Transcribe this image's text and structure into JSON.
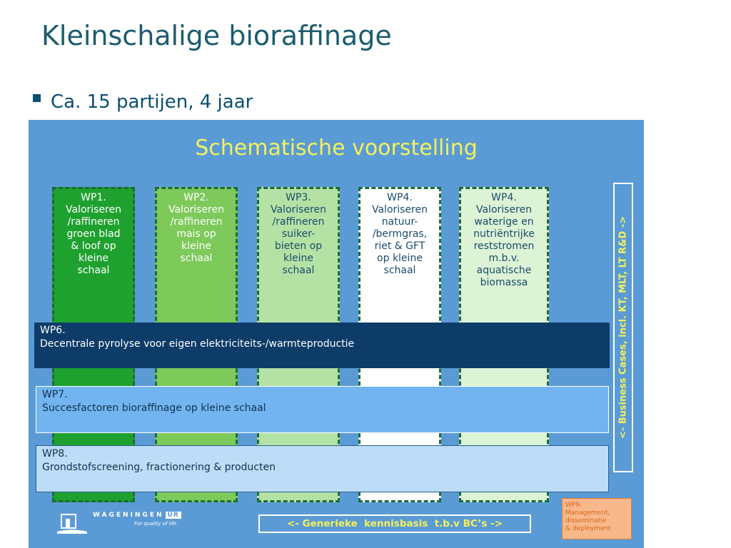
{
  "slide": {
    "title": "Kleinschalige bioraffinage",
    "bullet": "Ca. 15 partijen, 4 jaar"
  },
  "diagram": {
    "title": "Schematische voorstelling",
    "work_packages": [
      {
        "text": "WP1.\nValoriseren\n/raffineren\ngroen blad\n& loof op\nkleine\nschaal",
        "fill": "#1fa12f",
        "text_color": "#ffffff"
      },
      {
        "text": "WP2.\nValoriseren\n/raffineren\nmais op\nkleine\nschaal",
        "fill": "#7dc95a",
        "text_color": "#ffffff"
      },
      {
        "text": "WP3.\nValoriseren\n/raffineren\nsuiker-\nbieten op\nkleine\nschaal",
        "fill": "#b4e2a5",
        "text_color": "#1a4c6b"
      },
      {
        "text": "WP4.\nValoriseren\nnatuur-\n/bermgras,\nriet & GFT\nop kleine\nschaal",
        "fill": "#ffffff",
        "text_color": "#1a4c6b"
      },
      {
        "text": "WP4.\nValoriseren\nwaterige en\nnutriëntrijke\nreststromen\nm.b.v.\naquatische\nbiomassa",
        "fill": "#dcf3d6",
        "text_color": "#1a4c6b"
      }
    ],
    "bands": [
      {
        "text": "WP6.\nDecentrale pyrolyse voor eigen elektriciteits-/warmteproductie",
        "fill": "#0d3c68",
        "text_color": "#ffffff"
      },
      {
        "text": "WP7.\nSuccesfactoren bioraffinage op kleine schaal",
        "fill": "#72b4f0",
        "text_color": "#12324d"
      },
      {
        "text": "WP8.\nGrondstofscreening, fractionering & producten",
        "fill": "#bcdcf8",
        "text_color": "#12324d"
      }
    ],
    "side_label": "<- Business  Cases,  incl. KT, MLT, LT R&D ->",
    "generic_label": "<- Generieke  kennisbasis  t.b.v BC’s ->",
    "wp9": "WP9.\nManagement,\ndisseminatie\n& deployment",
    "logo": {
      "name": "WAGENINGEN",
      "suffix": "UR",
      "tagline": "For quality of life"
    }
  }
}
